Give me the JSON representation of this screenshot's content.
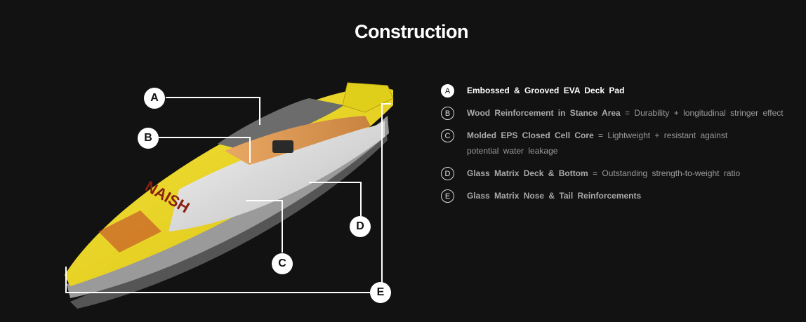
{
  "page": {
    "title": "Construction"
  },
  "callouts": [
    "A",
    "B",
    "C",
    "D",
    "E"
  ],
  "features": [
    {
      "marker": "A",
      "name": "Embossed & Grooved EVA Deck Pad",
      "separator": "",
      "desc": "",
      "active": true
    },
    {
      "marker": "B",
      "name": "Wood Reinforcement in Stance Area",
      "separator": " = ",
      "desc": "Durability + longitudinal stringer effect",
      "active": false
    },
    {
      "marker": "C",
      "name": "Molded EPS Closed Cell Core",
      "separator": " = ",
      "desc": "Lightweight + resistant against potential water leakage",
      "active": false
    },
    {
      "marker": "D",
      "name": "Glass Matrix Deck & Bottom",
      "separator": " = ",
      "desc": "Outstanding strength-to-weight ratio",
      "active": false
    },
    {
      "marker": "E",
      "name": "Glass Matrix Nose & Tail Reinforcements",
      "separator": "",
      "desc": "",
      "active": false
    }
  ],
  "colors": {
    "background": "#121212",
    "board_yellow": "#f0dc1e",
    "accent_white": "#ffffff"
  },
  "board_graphic": {
    "logo_text": "NAISH"
  }
}
